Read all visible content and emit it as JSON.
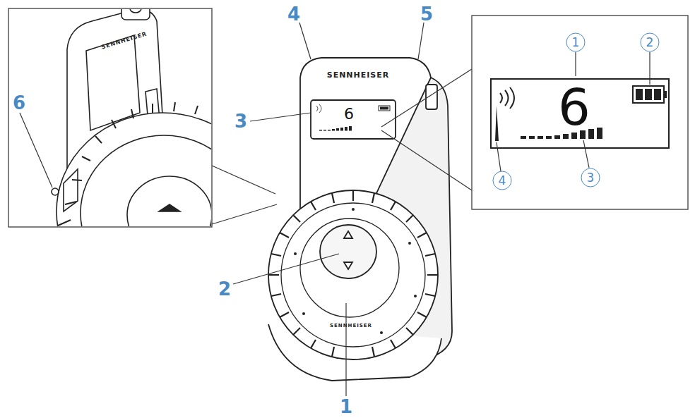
{
  "diagram": {
    "labels": [
      "6",
      "4",
      "5",
      "3",
      "2",
      "1",
      "1",
      "2",
      "3",
      "4",
      "6",
      "6",
      "SENNHEISER",
      "SENNHEISER",
      "SENNHEISER"
    ]
  }
}
